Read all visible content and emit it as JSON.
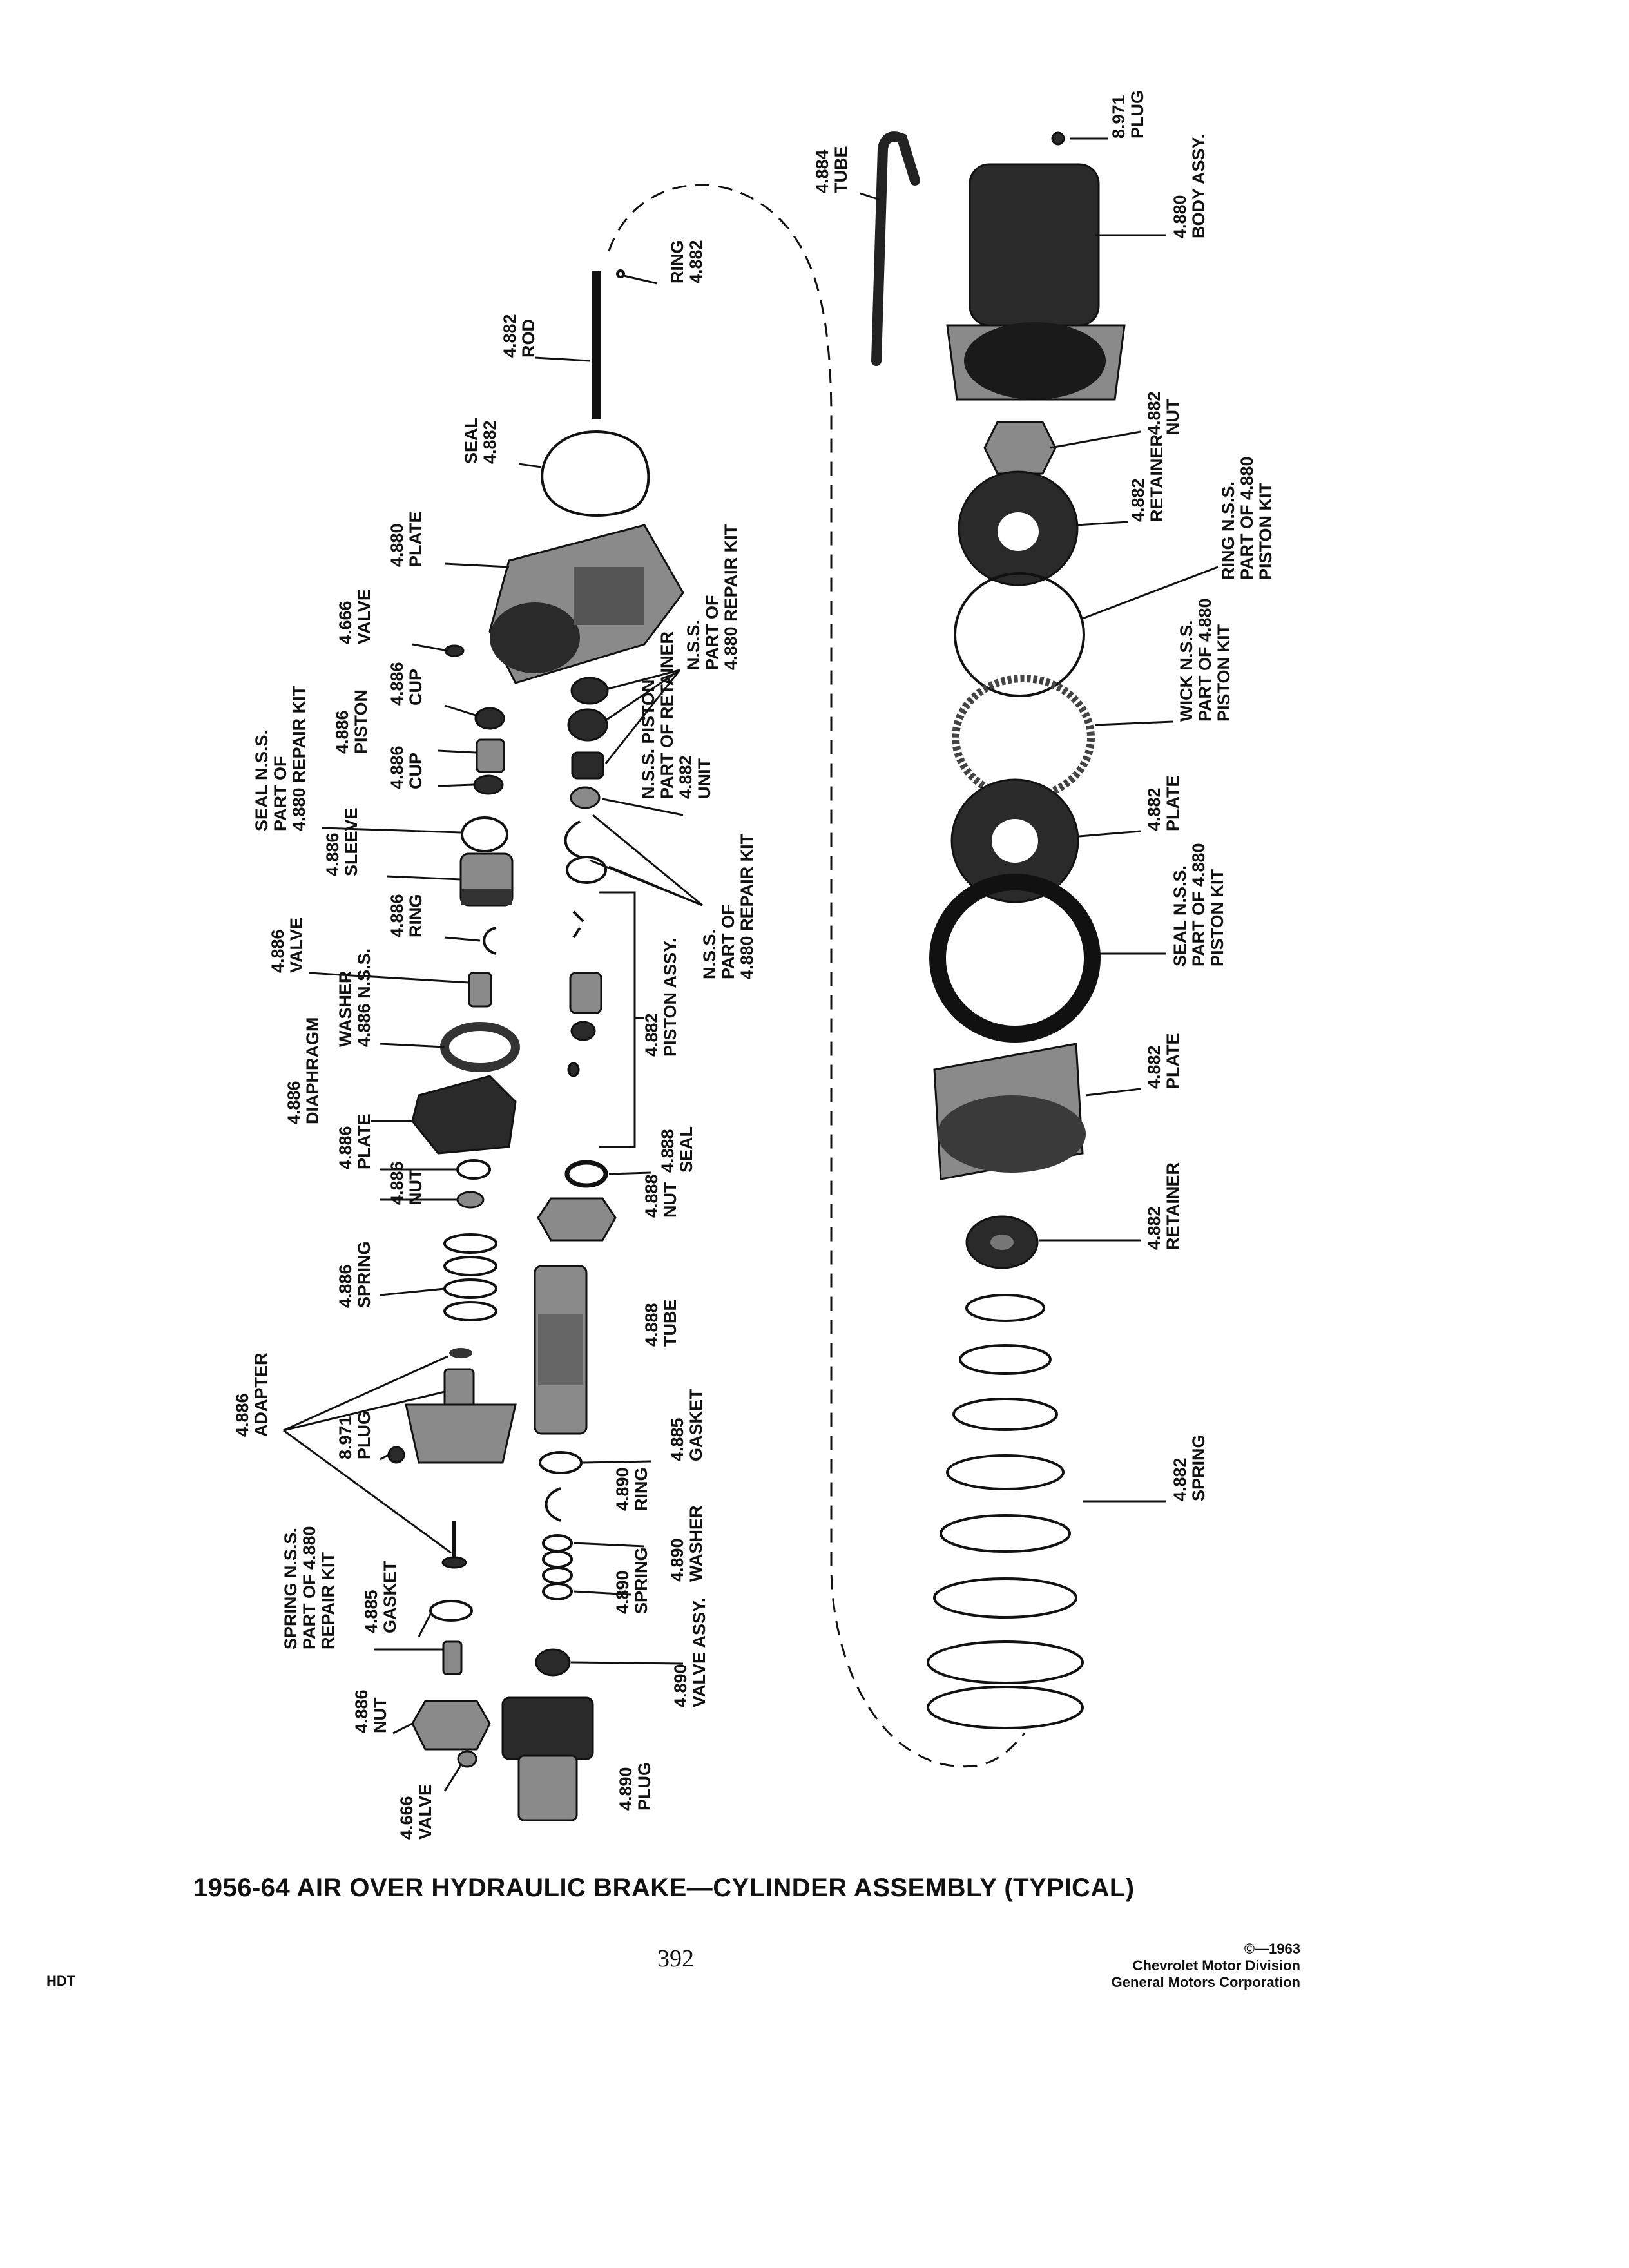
{
  "labels": {
    "body_assy": [
      "4.880",
      "BODY ASSY."
    ],
    "plug_top": [
      "8.971",
      "PLUG"
    ],
    "tube_top": [
      "4.884",
      "TUBE"
    ],
    "ring_top": [
      "RING",
      "4.882"
    ],
    "rod": [
      "4.882",
      "ROD"
    ],
    "seal_top": [
      "SEAL",
      "4.882"
    ],
    "nut_right": [
      "4.882",
      "NUT"
    ],
    "retainer_right": [
      "4.882",
      "RETAINER"
    ],
    "ring_nss": [
      "RING N.S.S.",
      "PART OF 4.880",
      "PISTON KIT"
    ],
    "plate_880": [
      "4.880",
      "PLATE"
    ],
    "nss_repair_kit_1": [
      "N.S.S.",
      "PART OF",
      "4.880 REPAIR KIT"
    ],
    "valve_666": [
      "4.666",
      "VALVE"
    ],
    "cup_886_a": [
      "4.886",
      "CUP"
    ],
    "wick_nss": [
      "WICK N.S.S.",
      "PART OF 4.880",
      "PISTON KIT"
    ],
    "piston_886": [
      "4.886",
      "PISTON"
    ],
    "nss_piston_retainer": [
      "N.S.S. PISTON",
      "PART OF    RETAINER",
      "4.882",
      "UNIT"
    ],
    "cup_886_b": [
      "4.886",
      "CUP"
    ],
    "seal_nss_repair": [
      "SEAL N.S.S.",
      "PART OF",
      "4.880 REPAIR KIT"
    ],
    "sleeve_886": [
      "4.886",
      "SLEEVE"
    ],
    "plate_882_a": [
      "4.882",
      "PLATE"
    ],
    "ring_886": [
      "4.886",
      "RING"
    ],
    "nss_repair_kit_2": [
      "N.S.S.",
      "PART OF",
      "4.880 REPAIR KIT"
    ],
    "seal_nss_piston": [
      "SEAL N.S.S.",
      "PART OF 4.880",
      "PISTON KIT"
    ],
    "valve_886": [
      "4.886",
      "VALVE"
    ],
    "washer_886": [
      "WASHER",
      "4.886 N.S.S."
    ],
    "piston_assy": [
      "4.882",
      "PISTON ASSY."
    ],
    "diaphragm_886": [
      "4.886",
      "DIAPHRAGM"
    ],
    "plate_882_b": [
      "4.882",
      "PLATE"
    ],
    "plate_886": [
      "4.886",
      "PLATE"
    ],
    "seal_888": [
      "4.888",
      "SEAL"
    ],
    "nut_886_a": [
      "4.886",
      "NUT"
    ],
    "nut_888": [
      "4.888",
      "NUT"
    ],
    "retainer_882_b": [
      "4.882",
      "RETAINER"
    ],
    "spring_886": [
      "4.886",
      "SPRING"
    ],
    "tube_888": [
      "4.888",
      "TUBE"
    ],
    "adapter_886": [
      "4.886",
      "ADAPTER"
    ],
    "plug_971": [
      "8.971",
      "PLUG"
    ],
    "gasket_885_a": [
      "4.885",
      "GASKET"
    ],
    "ring_890": [
      "4.890",
      "RING"
    ],
    "spring_882": [
      "4.882",
      "SPRING"
    ],
    "washer_890": [
      "4.890",
      "WASHER"
    ],
    "spring_890": [
      "4.890",
      "SPRING"
    ],
    "gasket_885_b": [
      "4.885",
      "GASKET"
    ],
    "spring_nss": [
      "SPRING N.S.S.",
      "PART OF 4.880",
      "REPAIR KIT"
    ],
    "valve_assy_890": [
      "4.890",
      "VALVE ASSY."
    ],
    "nut_886_b": [
      "4.886",
      "NUT"
    ],
    "plug_890": [
      "4.890",
      "PLUG"
    ],
    "valve_666_b": [
      "4.666",
      "VALVE"
    ]
  },
  "footer": {
    "caption": "1956-64 AIR OVER HYDRAULIC BRAKE—CYLINDER ASSEMBLY (TYPICAL)",
    "page_number": "392",
    "section_code": "HDT",
    "copyright": "©—1963",
    "publisher_1": "Chevrolet Motor Division",
    "publisher_2": "General Motors Corporation"
  }
}
